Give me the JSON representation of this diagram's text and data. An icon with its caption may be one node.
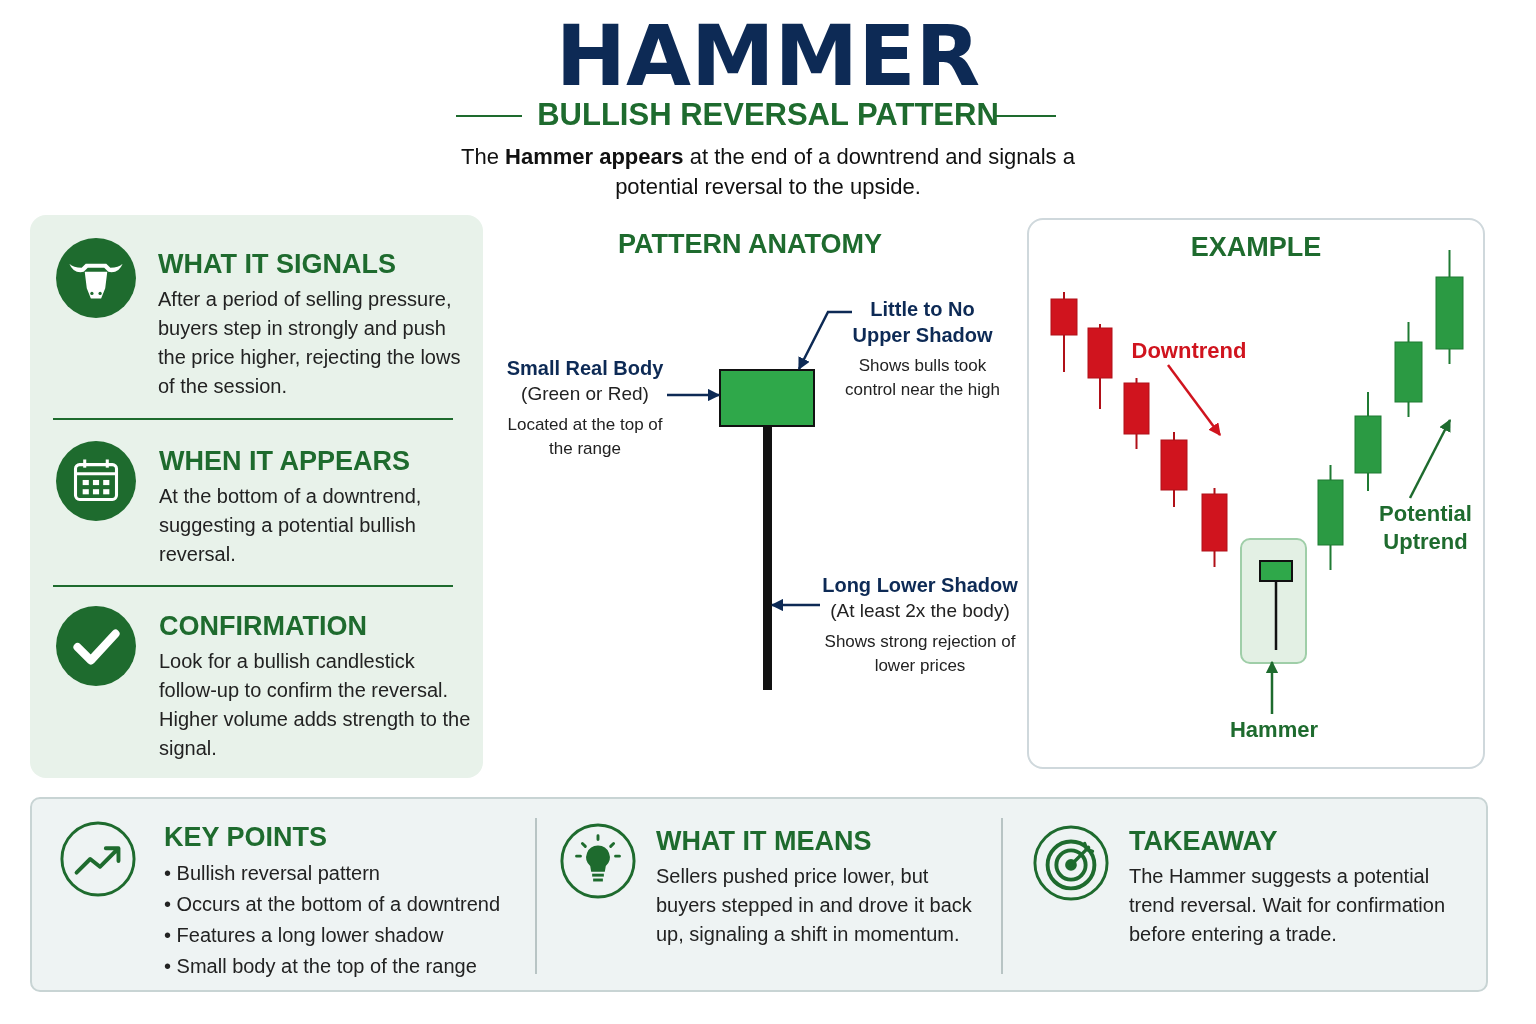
{
  "diagram": {
    "title": "HAMMER",
    "nodes": [
      {
        "text": [],
        "shape": "box"
      },
      {
        "text": [
          "WHAT IT SIGNALS",
          "After a period of selling pressure, buyers step in strongly and push the price higher, rejecting the lows of the session."
        ],
        "in": 0
      },
      {
        "text": [
          "WHEN IT APPEARS",
          "At the bottom of a downtrend, suggesting a potential bullish reversal."
        ],
        "in": 0
      },
      {
        "text": [
          "CONFIRMATION",
          "Look for a bullish candlestick follow-up to confirm the reversal. Higher volume adds strength to the signal."
        ],
        "in": 0
      },
      {
        "text": [
          "Small Real Body",
          "(Green or Red)",
          "Located at the top of the range"
        ]
      },
      {
        "text": [],
        "shape": "box"
      },
      {
        "text": [],
        "shape": "bar"
      },
      {
        "text": [
          "Little to No Upper Shadow",
          "Shows bulls took control near the high"
        ]
      },
      {
        "text": [
          "Long Lower Shadow",
          "(At least 2x the body)",
          "Shows strong rejection of lower prices"
        ]
      },
      {
        "text": [
          "EXAMPLE"
        ]
      },
      {
        "text": [
          "Downtrend"
        ],
        "in": 9
      },
      {
        "text": [],
        "shape": "box",
        "in": 9
      },
      {
        "text": [
          "Hammer"
        ],
        "in": 9
      },
      {
        "text": [
          "Potential Uptrend"
        ],
        "in": 9
      },
      {
        "text": [],
        "shape": "box"
      },
      {
        "text": [
          "KEY POINTS",
          "• Bullish reversal pattern",
          "• Occurs at the bottom of a downtrend",
          "• Features a long lower shadow",
          "• Small body at the top of the range"
        ],
        "in": 14
      },
      {
        "text": [
          "WHAT IT MEANS",
          "Sellers pushed price lower, but buyers stepped in and drove it back up, signaling a shift in momentum."
        ],
        "in": 14
      },
      {
        "text": [
          "TAKEAWAY",
          "The Hammer suggests a potential trend reversal. Wait for confirmation before entering a trade."
        ],
        "in": 14
      }
    ],
    "edges": [
      {
        "from": 4,
        "to": 5,
        "arrow": "to"
      },
      {
        "from": 7,
        "to": 5,
        "arrow": "to"
      },
      {
        "from": 8,
        "to": 6,
        "arrow": "to"
      },
      {
        "from": 10,
        "to": null,
        "arrow": "to",
        "color": "#d0141e"
      },
      {
        "from": 12,
        "to": 11,
        "arrow": "to",
        "color": "#1e6b2e"
      },
      {
        "from": 13,
        "to": null,
        "arrow": "to",
        "color": "#1e6b2e"
      }
    ],
    "labels": [
      "BULLISH REVERSAL PATTERN",
      "The **Hammer appears** at the end of a downtrend and signals a potential reversal to the upside.",
      "PATTERN ANATOMY"
    ]
  }
}
